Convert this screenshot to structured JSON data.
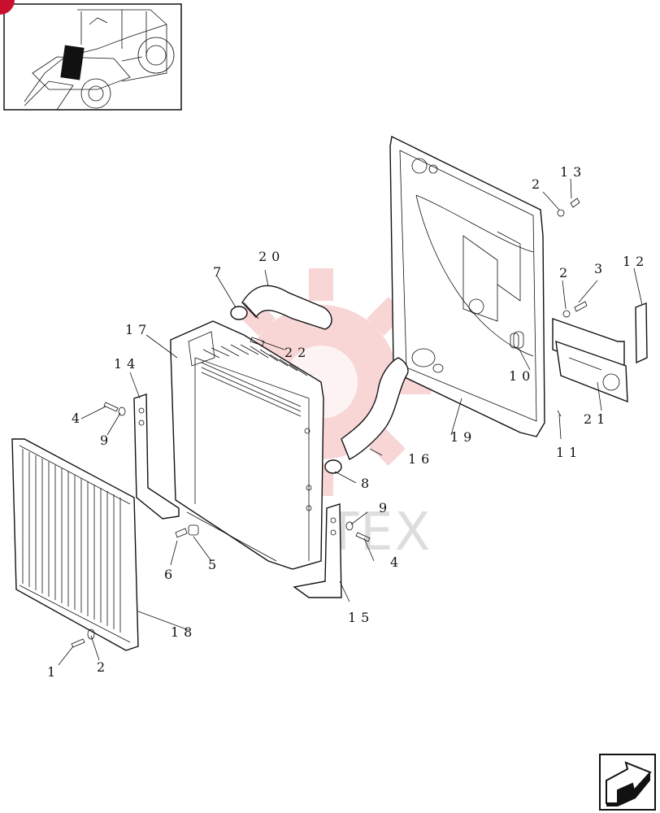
{
  "watermark": {
    "text": "ИНТЕХ",
    "color": "#f08080"
  },
  "accent_color": "#c8102e",
  "thumbnail": {
    "marker_color": "#c8102e"
  },
  "parts": {
    "p1": "1",
    "p2a": "2",
    "p2b": "2",
    "p2c": "2",
    "p3": "3",
    "p4a": "4",
    "p4b": "4",
    "p5": "5",
    "p6": "6",
    "p7": "7",
    "p8": "8",
    "p9a": "9",
    "p9b": "9",
    "p10": "10",
    "p11": "11",
    "p12": "12",
    "p13": "13",
    "p14": "14",
    "p15": "15",
    "p16": "16",
    "p17": "17",
    "p18": "18",
    "p19": "19",
    "p20": "20",
    "p21": "21",
    "p22": "22"
  },
  "nav": {
    "icon": "next-page-arrow-icon"
  }
}
